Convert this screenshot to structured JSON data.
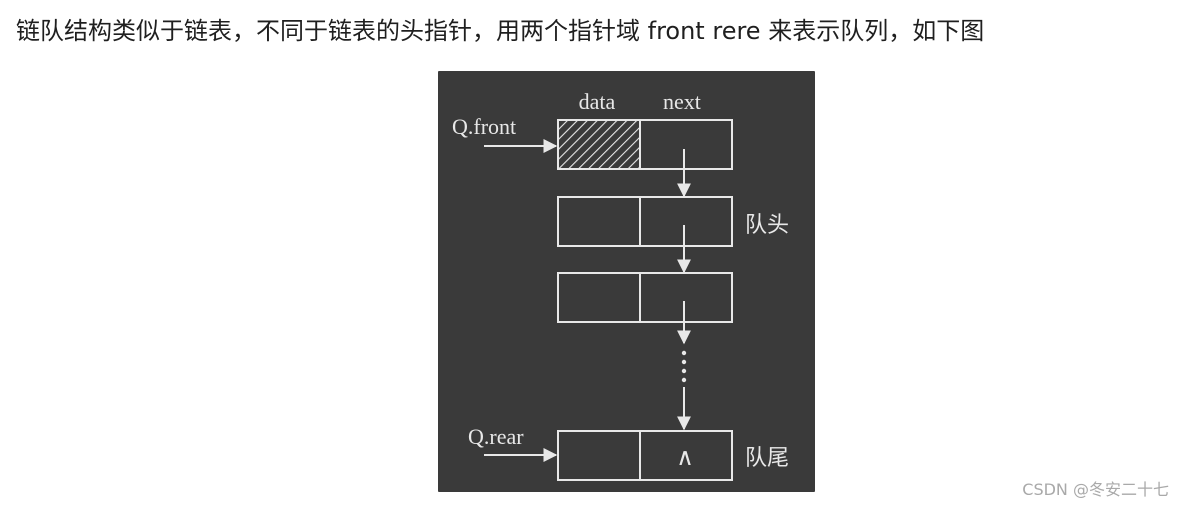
{
  "article": {
    "intro_text": "链队结构类似于链表，不同于链表的头指针，用两个指针域 front rere 来表示队列，如下图"
  },
  "figure": {
    "field_labels": {
      "data": "data",
      "next": "next"
    },
    "pointer_labels": {
      "front": "Q.front",
      "rear": "Q.rear"
    },
    "node_labels": {
      "head": "队头",
      "tail": "队尾"
    },
    "null_symbol": "∧"
  },
  "watermark": {
    "text": "CSDN @冬安二十七"
  },
  "colors": {
    "figure_background": "#3a3a3a",
    "figure_ink": "#e8e8e8",
    "text": "#1f1f1f",
    "watermark": "#a9a9a9"
  }
}
